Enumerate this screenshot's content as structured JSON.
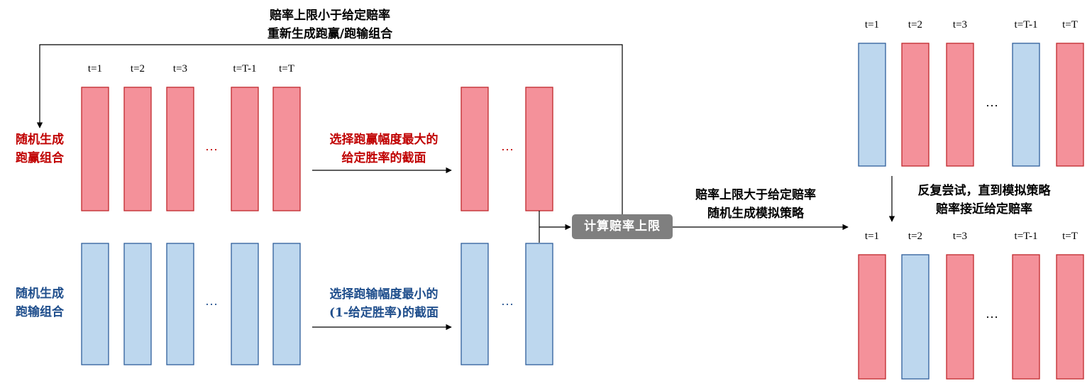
{
  "top_loop": {
    "line1": "赔率上限小于给定赔率",
    "line2": "重新生成跑赢/跑输组合"
  },
  "win_group": {
    "line1": "随机生成",
    "line2": "跑赢组合",
    "color": "#c00000"
  },
  "lose_group": {
    "line1": "随机生成",
    "line2": "跑输组合",
    "color": "#1f4e8c"
  },
  "win_select": {
    "line1": "选择跑赢幅度最大的",
    "line2": "给定胜率的截面"
  },
  "lose_select": {
    "line1": "选择跑输幅度最小的",
    "line2": "(1-给定胜率)的截面"
  },
  "calc_box": "计算赔率上限",
  "right_arrow": {
    "line1": "赔率上限大于给定赔率",
    "line2": "随机生成模拟策略"
  },
  "retry": {
    "line1": "反复尝试，直到模拟策略",
    "line2": "赔率接近给定赔率"
  },
  "time_labels": [
    "t=1",
    "t=2",
    "t=3",
    "t=T-1",
    "t=T"
  ],
  "ellipsis": "…",
  "colors": {
    "red_fill": "#f4919a",
    "red_stroke": "#c0282c",
    "blue_fill": "#bdd7ee",
    "blue_stroke": "#2e5e9a",
    "calc_bg": "#7f7f7f"
  },
  "right_top_pattern": [
    "blue",
    "red",
    "red",
    "blue",
    "red"
  ],
  "right_bottom_pattern": [
    "red",
    "blue",
    "red",
    "red",
    "red"
  ]
}
